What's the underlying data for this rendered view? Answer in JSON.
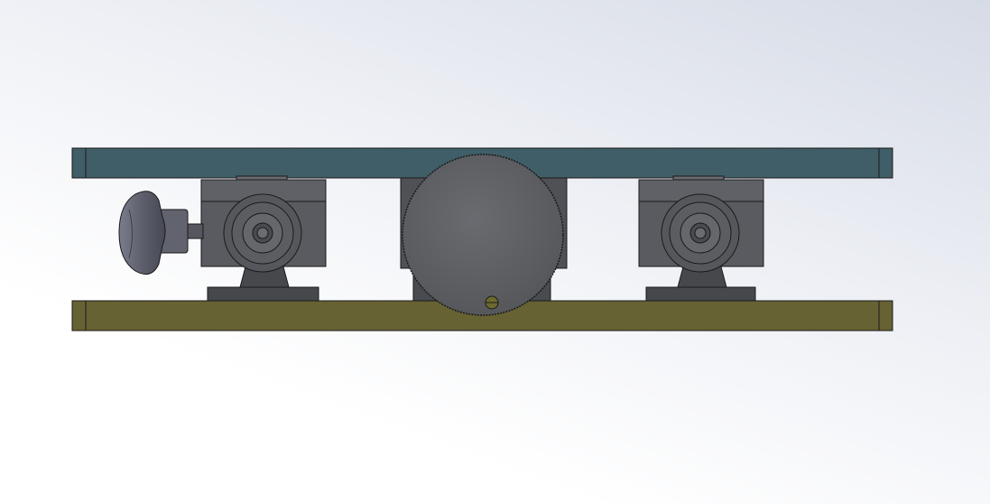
{
  "scene": {
    "background": {
      "top": "#d6dbe6",
      "bottom": "#ffffff"
    },
    "colors": {
      "top_plate": "#405e68",
      "base_plate": "#676233",
      "housing": "#5a5b60",
      "housing_dark": "#47484c",
      "drum": "#5e5f63",
      "knob": "#6a6c78",
      "outline": "#1a1a1a",
      "screw": "#6d6a2e"
    },
    "parts": [
      "top-plate",
      "base-plate",
      "left-bearing-block",
      "right-bearing-block",
      "center-drum",
      "adjustment-knob"
    ]
  }
}
